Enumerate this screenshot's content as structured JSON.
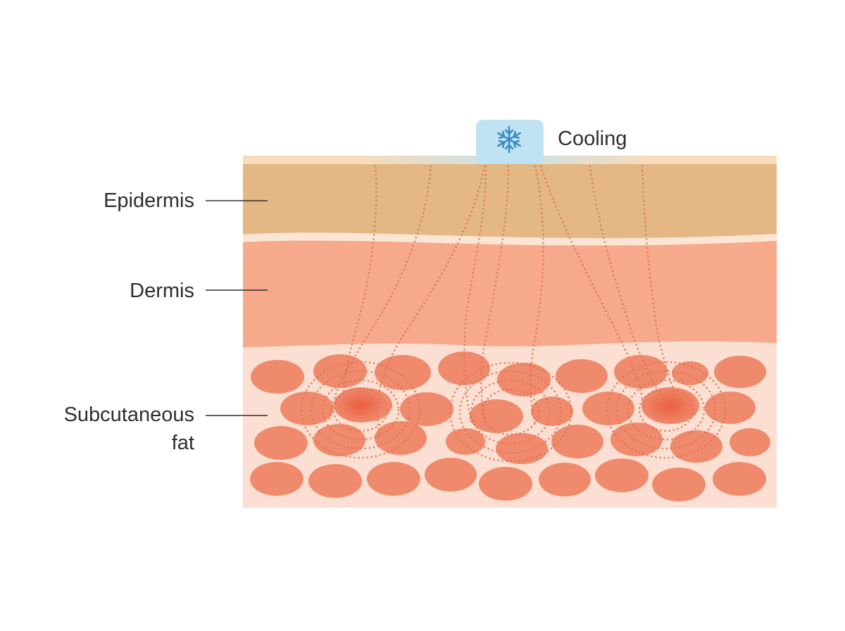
{
  "labels": {
    "cooling": "Cooling",
    "epidermis": "Epidermis",
    "dermis": "Dermis",
    "subcutaneous_line1": "Subcutaneous",
    "subcutaneous_line2": "fat"
  },
  "icons": {
    "cooling_applicator": "snowflake-icon"
  },
  "colors": {
    "surface_strip": "#f8dcb8",
    "epidermis": "#e3b884",
    "layer_gap": "#fbe6d6",
    "dermis": "#f6a98b",
    "subcutaneous_background": "#fbdfd2",
    "fat_cell": "#ef8a6c",
    "fat_cell_hot": "#ec6a4c",
    "cooling_pad": "#bfe3f3",
    "snowflake": "#3a8cc2",
    "dotted_path": "#e0704f",
    "leader_line": "#2e2e2e",
    "text": "#2e2e2e"
  }
}
